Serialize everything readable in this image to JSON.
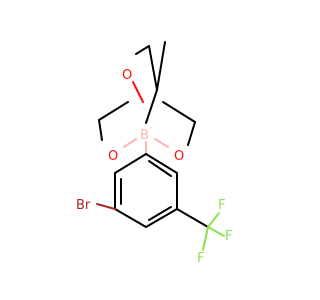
{
  "molecule": {
    "atoms": {
      "o_top": {
        "label": "O",
        "color": "#ff0d0d"
      },
      "o_left": {
        "label": "O",
        "color": "#ff0d0d"
      },
      "o_right": {
        "label": "O",
        "color": "#ff0d0d"
      },
      "boron": {
        "label": "B",
        "color": "#ffb5b5"
      },
      "boron_charge": {
        "label": "-",
        "color": "#ffb5b5"
      },
      "bromine": {
        "label": "Br",
        "color": "#a62929"
      },
      "f1": {
        "label": "F",
        "color": "#90e050"
      },
      "f2": {
        "label": "F",
        "color": "#90e050"
      },
      "f3": {
        "label": "F",
        "color": "#90e050"
      }
    }
  }
}
